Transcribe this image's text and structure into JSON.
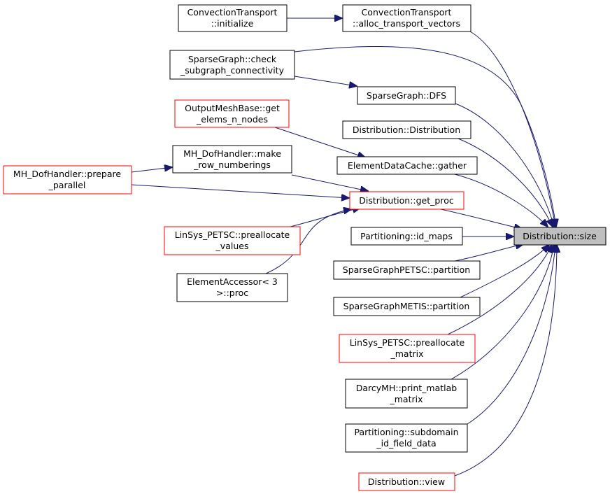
{
  "graph": {
    "edge_color": "#191970",
    "unresolved_border_color": "#ff0000",
    "focus_fill": "#bfbfbf",
    "nodes": {
      "size": [
        "Distribution::size"
      ],
      "init": [
        "ConvectionTransport",
        "::initialize"
      ],
      "alloc": [
        "ConvectionTransport",
        "::alloc_transport_vectors"
      ],
      "check": [
        "SparseGraph::check",
        "_subgraph_connectivity"
      ],
      "dfs": [
        "SparseGraph::DFS"
      ],
      "outmesh": [
        "OutputMeshBase::get",
        "_elems_n_nodes"
      ],
      "distr": [
        "Distribution::Distribution"
      ],
      "makerow": [
        "MH_DofHandler::make",
        "_row_numberings"
      ],
      "gather": [
        "ElementDataCache::gather"
      ],
      "prepare": [
        "MH_DofHandler::prepare",
        "_parallel"
      ],
      "getproc": [
        "Distribution::get_proc"
      ],
      "idmaps": [
        "Partitioning::id_maps"
      ],
      "prealval": [
        "LinSys_PETSC::preallocate",
        "_values"
      ],
      "petsc": [
        "SparseGraphPETSC::partition"
      ],
      "elacc": [
        "ElementAccessor< 3",
        ">::proc"
      ],
      "metis": [
        "SparseGraphMETIS::partition"
      ],
      "prealmat": [
        "LinSys_PETSC::preallocate",
        "_matrix"
      ],
      "matlab": [
        "DarcyMH::print_matlab",
        "_matrix"
      ],
      "subdomain": [
        "Partitioning::subdomain",
        "_id_field_data"
      ],
      "view": [
        "Distribution::view"
      ]
    },
    "edges": [
      [
        "init",
        "alloc"
      ],
      [
        "alloc",
        "size"
      ],
      [
        "check",
        "dfs"
      ],
      [
        "check",
        "size"
      ],
      [
        "dfs",
        "size"
      ],
      [
        "outmesh",
        "gather"
      ],
      [
        "distr",
        "size"
      ],
      [
        "gather",
        "size"
      ],
      [
        "prepare",
        "makerow"
      ],
      [
        "prepare",
        "getproc"
      ],
      [
        "makerow",
        "getproc"
      ],
      [
        "prealval",
        "getproc"
      ],
      [
        "elacc",
        "getproc"
      ],
      [
        "getproc",
        "size"
      ],
      [
        "idmaps",
        "size"
      ],
      [
        "petsc",
        "size"
      ],
      [
        "metis",
        "size"
      ],
      [
        "prealmat",
        "size"
      ],
      [
        "matlab",
        "size"
      ],
      [
        "subdomain",
        "size"
      ],
      [
        "view",
        "size"
      ]
    ]
  }
}
